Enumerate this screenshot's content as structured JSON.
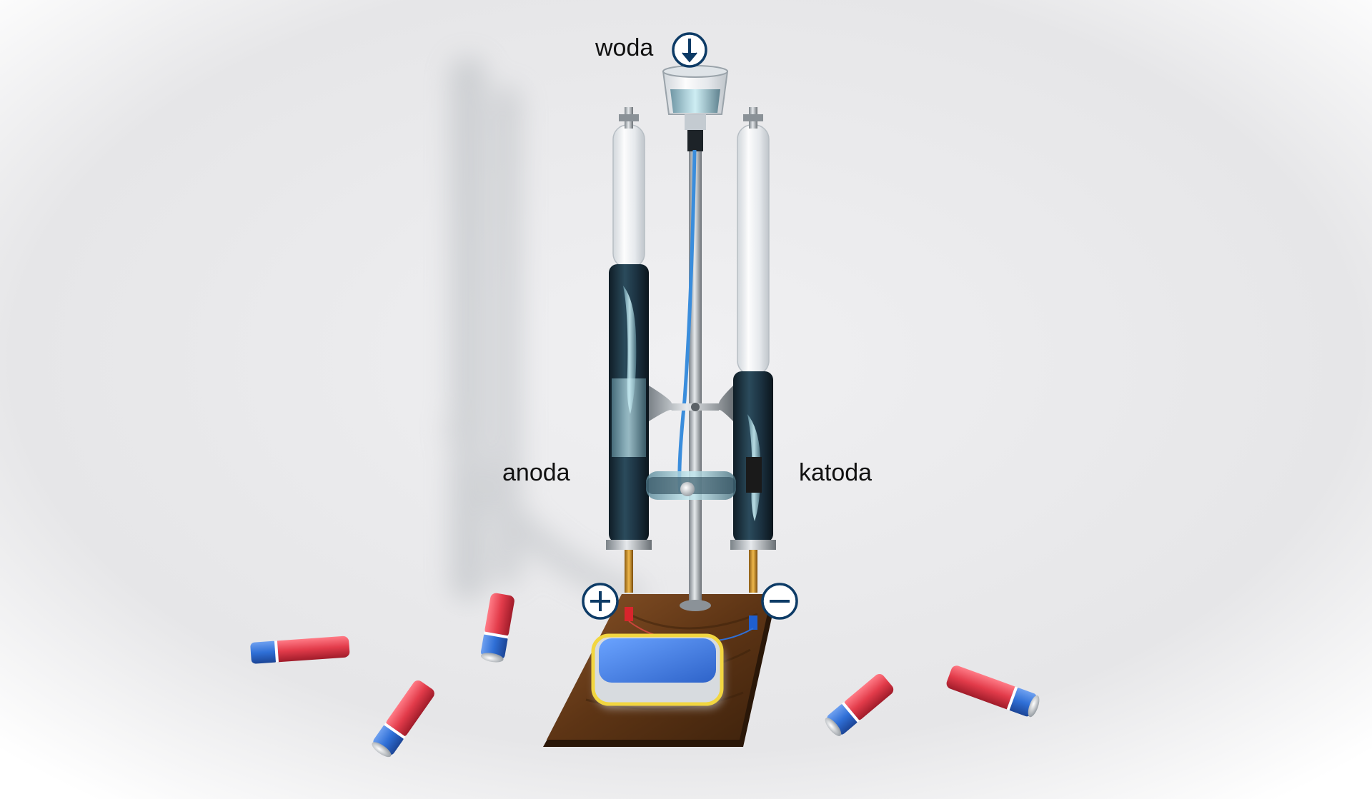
{
  "labels": {
    "water": "woda",
    "anode": "anoda",
    "cathode": "katoda"
  },
  "icons": {
    "water_inlet": "arrow-down-circle-icon",
    "positive_terminal": "plus-circle-icon",
    "negative_terminal": "minus-circle-icon"
  },
  "colors": {
    "icon_stroke": "#0d3b66",
    "water": "#9fd8e8",
    "dark_liquid": "#1e3a4a",
    "battery_red": "#e23b4a",
    "battery_blue": "#2f6fd6",
    "wood": "#6b3f1d",
    "power_pack_blue": "#3b7be0",
    "power_pack_yellow": "#f2d640"
  }
}
